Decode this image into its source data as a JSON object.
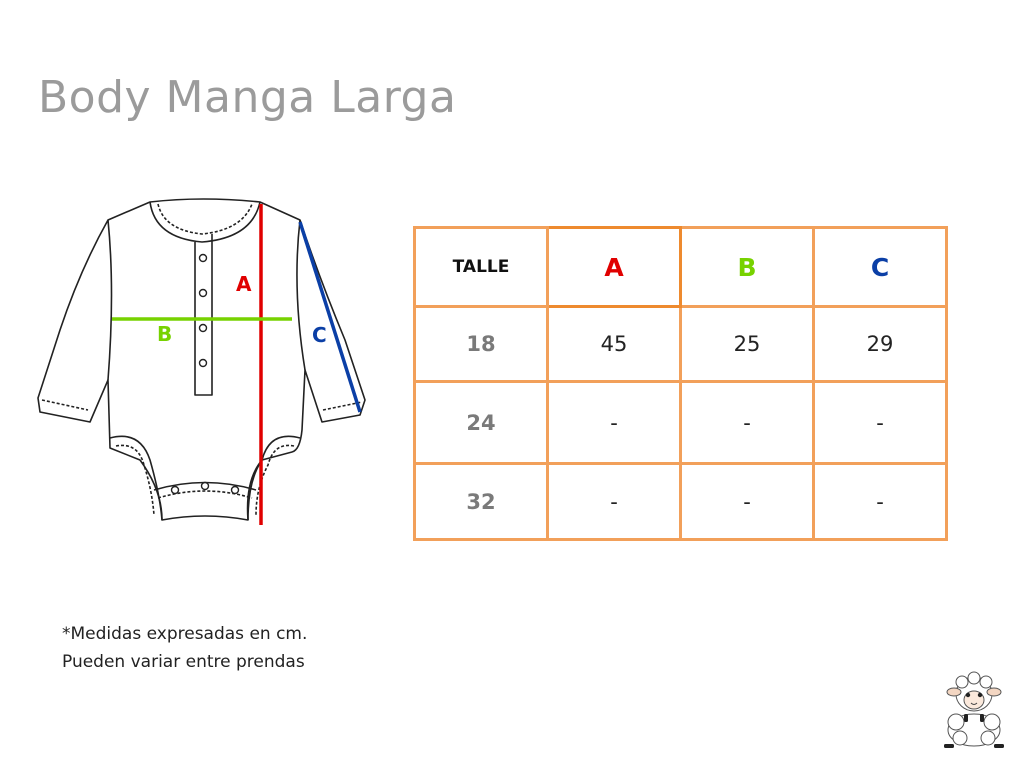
{
  "title": "Body Manga Larga",
  "diagram": {
    "label_a": "A",
    "label_b": "B",
    "label_c": "C",
    "colors": {
      "a": "#e00000",
      "b": "#77d200",
      "c": "#0b3fa6"
    }
  },
  "table": {
    "header": {
      "talle": "TALLE",
      "a": "A",
      "b": "B",
      "c": "C"
    },
    "rows": [
      {
        "size": "18",
        "a": "45",
        "b": "25",
        "c": "29"
      },
      {
        "size": "24",
        "a": "-",
        "b": "-",
        "c": "-"
      },
      {
        "size": "32",
        "a": "-",
        "b": "-",
        "c": "-"
      }
    ],
    "border_color": "#f2a05a"
  },
  "note": {
    "line1": "*Medidas expresadas en cm.",
    "line2": "Pueden variar entre prendas"
  },
  "mascot_icon": "sheep-mascot-icon"
}
